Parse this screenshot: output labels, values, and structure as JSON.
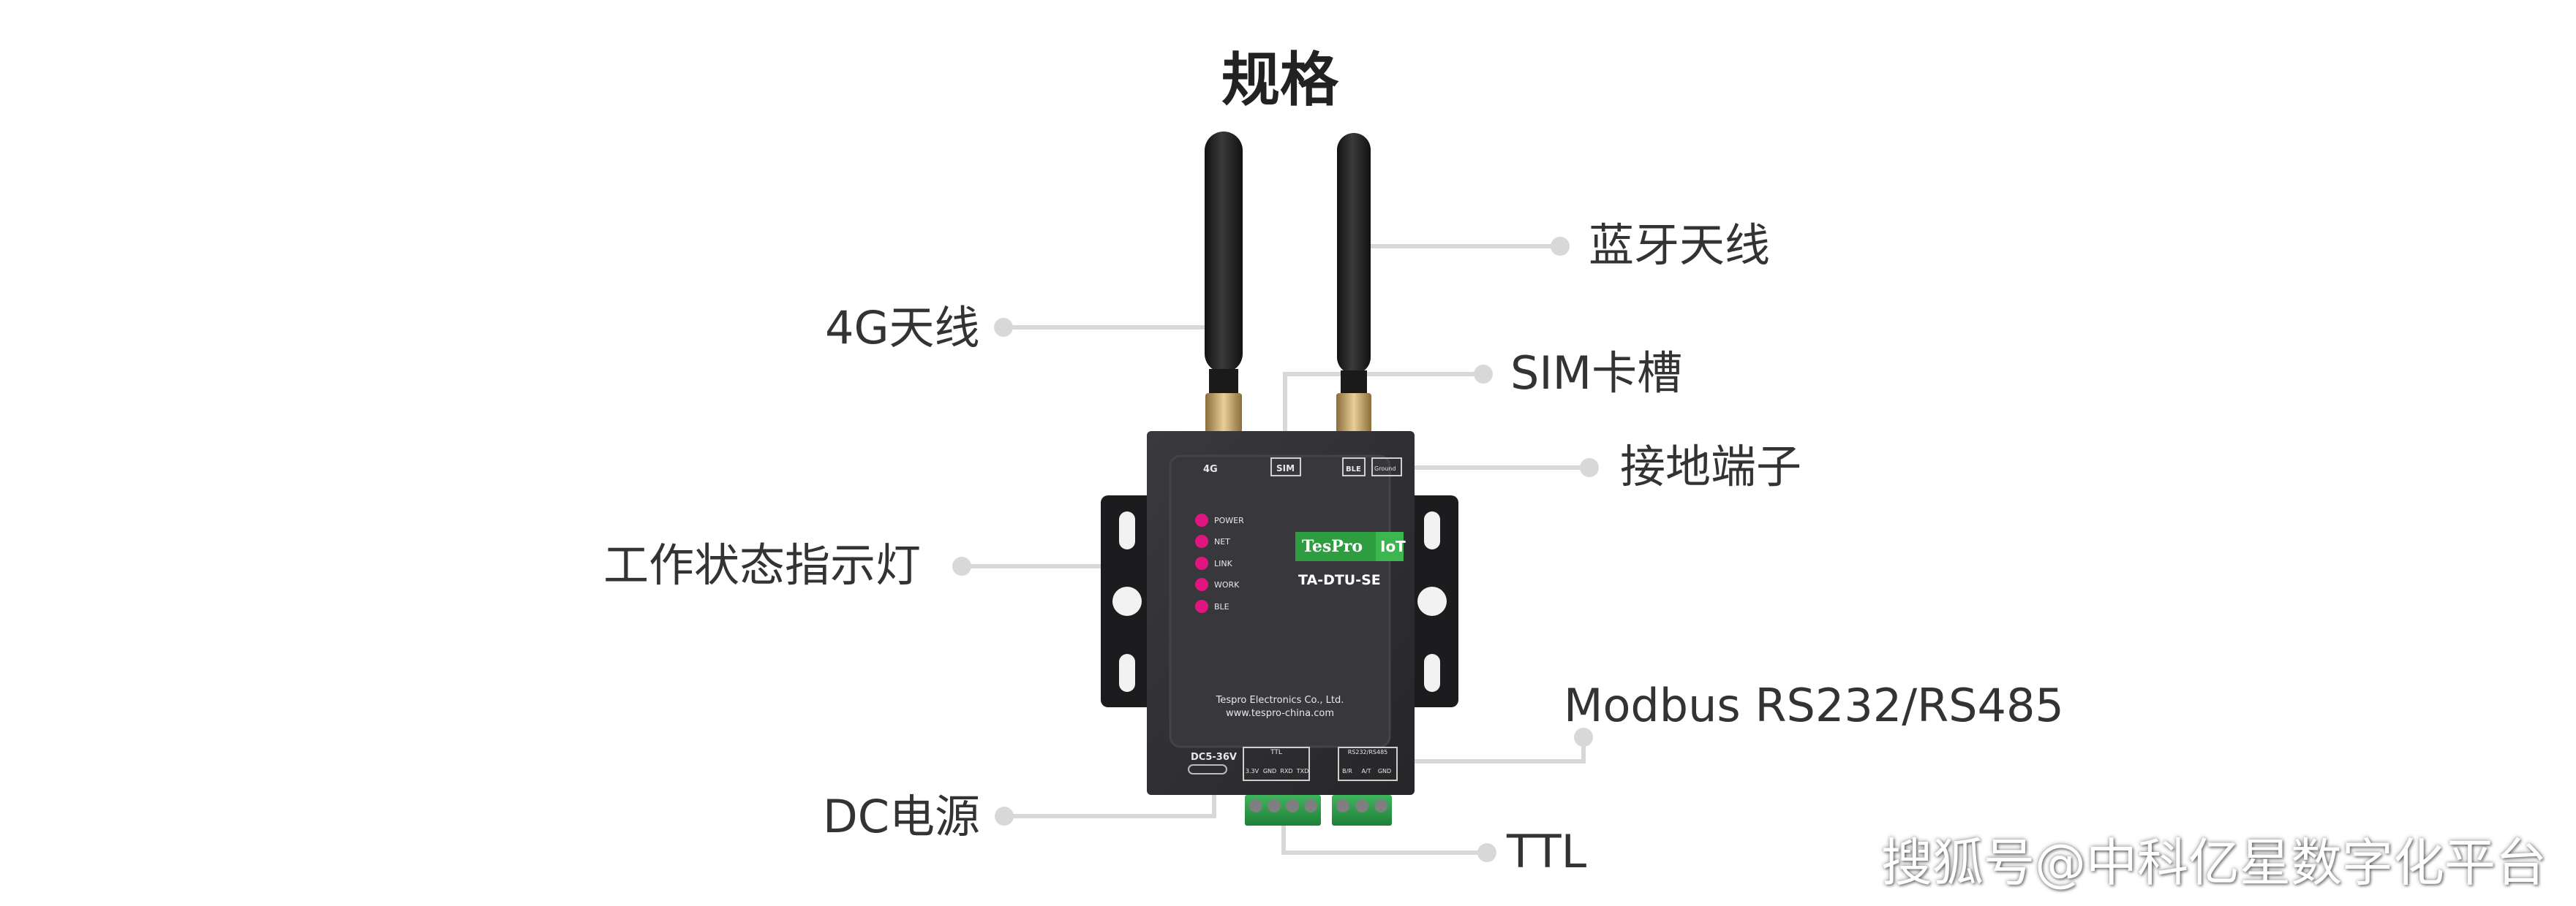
{
  "title": "规格",
  "callouts": {
    "antenna_4g": "4G天线",
    "bluetooth_antenna": "蓝牙天线",
    "sim_slot": "SIM卡槽",
    "ground_terminal": "接地端子",
    "status_leds": "工作状态指示灯",
    "modbus": "Modbus RS232/RS485",
    "dc_power": "DC电源",
    "ttl": "TTL"
  },
  "device": {
    "top_labels": {
      "g4": "4G",
      "sim": "SIM",
      "ble": "BLE",
      "gnd": "Ground"
    },
    "leds": [
      "POWER",
      "NET",
      "LINK",
      "WORK",
      "BLE"
    ],
    "brand": "TesPro",
    "iot_badge": "IoT",
    "model": "TA-DTU-SE",
    "company": "Tespro Electronics Co., Ltd.",
    "website": "www.tespro-china.com",
    "power_label": "DC5-36V",
    "ttl_header": "TTL",
    "ttl_pins": [
      "3.3V",
      "GND",
      "RXD",
      "TXD"
    ],
    "rs_header": "RS232/RS485",
    "rs_pins": [
      "B/R",
      "A/T",
      "GND"
    ]
  },
  "colors": {
    "callout_line": "#d8d8d8",
    "led": "#e0157f",
    "brand_green": "#2e9d3f",
    "terminal_green": "#2a9a48",
    "device_body": "#2d2d30"
  },
  "watermark": "搜狐号@中科亿星数字化平台"
}
